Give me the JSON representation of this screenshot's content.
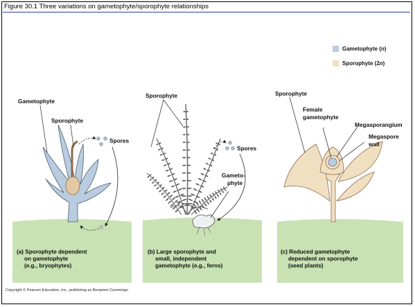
{
  "title": "Figure 30.1 Three variations on gametophyte/sporophyte relationships",
  "colors": {
    "gametophyte": "#b9cce0",
    "sporophyte": "#f1dfc2",
    "ground": "#c8e2b4",
    "fern": "#5f5f5f",
    "title_rule": "#2a3fa0"
  },
  "legend": {
    "gametophyte": {
      "label": "Gametophyte (",
      "italic": "n",
      "close": ")"
    },
    "sporophyte": {
      "label": "Sporophyte (2",
      "italic": "n",
      "close": ")"
    }
  },
  "panel_a": {
    "labels": {
      "gametophyte": "Gametophyte",
      "sporophyte": "Sporophyte",
      "spores": "Spores"
    },
    "caption": [
      "(a) Sporophyte dependent",
      "on gametophyte",
      "(e.g., bryophytes)"
    ]
  },
  "panel_b": {
    "labels": {
      "sporophyte": "Sporophyte",
      "spores": "Spores",
      "gametophyte_1": "Gameto-",
      "gametophyte_2": "phyte"
    },
    "caption": [
      "(b) Large sporophyte and",
      "small, independent",
      "gametophyte (e.g., ferns)"
    ]
  },
  "panel_c": {
    "labels": {
      "sporophyte": "Sporophyte",
      "female_1": "Female",
      "female_2": "gametophyte",
      "megasporangium": "Megasporangium",
      "megaspore_1": "Megaspore",
      "megaspore_2": "wall"
    },
    "caption": [
      "(c) Reduced gametophyte",
      "dependent on sporophyte",
      "(seed plants)"
    ]
  },
  "copyright": "Copyright © Pearson Education, Inc., publishing as Benjamin Cummings."
}
